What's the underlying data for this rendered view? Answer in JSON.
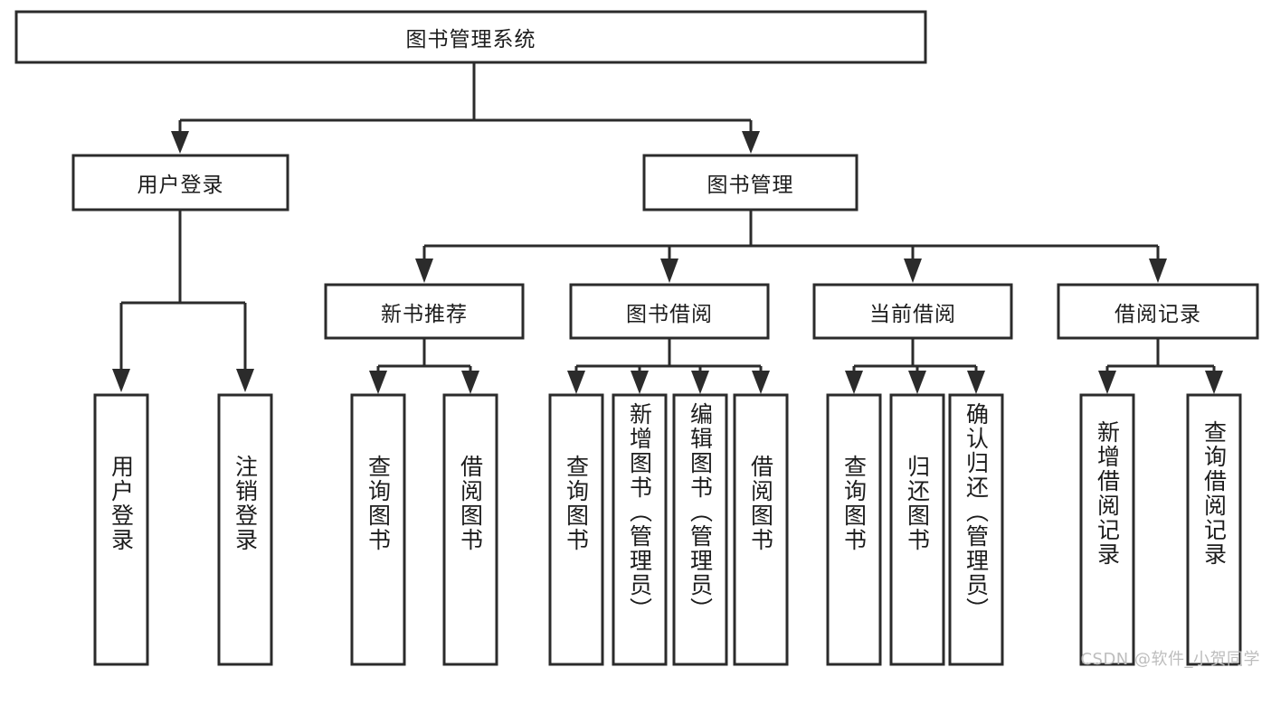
{
  "diagram": {
    "title": "图书管理系统",
    "type": "tree",
    "orientation": "top-down",
    "theme": {
      "background": "#ffffff",
      "box_fill": "#ffffff",
      "box_stroke": "#2b2b2b",
      "connector": "#2b2b2b",
      "text": "#1c1c1c",
      "watermark": "#bdbdbd"
    },
    "root": {
      "id": "root",
      "label": "图书管理系统",
      "text_direction": "horizontal"
    },
    "level2": [
      {
        "id": "user-login",
        "label": "用户登录",
        "text_direction": "horizontal"
      },
      {
        "id": "book-manage",
        "label": "图书管理",
        "text_direction": "horizontal"
      }
    ],
    "level3": [
      {
        "id": "new-book-recommend",
        "label": "新书推荐",
        "text_direction": "horizontal",
        "parent": "book-manage"
      },
      {
        "id": "book-borrow",
        "label": "图书借阅",
        "text_direction": "horizontal",
        "parent": "book-manage"
      },
      {
        "id": "current-borrow",
        "label": "当前借阅",
        "text_direction": "horizontal",
        "parent": "book-manage"
      },
      {
        "id": "borrow-record",
        "label": "借阅记录",
        "text_direction": "horizontal",
        "parent": "book-manage"
      }
    ],
    "leaves": [
      {
        "id": "leaf-user-login",
        "label": "用户登录",
        "text_direction": "vertical",
        "parent": "user-login"
      },
      {
        "id": "leaf-user-logout",
        "label": "注销登录",
        "text_direction": "vertical",
        "parent": "user-login"
      },
      {
        "id": "leaf-query-book-1",
        "label": "查询图书",
        "text_direction": "vertical",
        "parent": "new-book-recommend"
      },
      {
        "id": "leaf-borrow-book-1",
        "label": "借阅图书",
        "text_direction": "vertical",
        "parent": "new-book-recommend"
      },
      {
        "id": "leaf-query-book-2",
        "label": "查询图书",
        "text_direction": "vertical",
        "parent": "book-borrow"
      },
      {
        "id": "leaf-add-book",
        "label": "新增图书（管理员）",
        "text_direction": "vertical",
        "parent": "book-borrow"
      },
      {
        "id": "leaf-edit-book",
        "label": "编辑图书（管理员）",
        "text_direction": "vertical",
        "parent": "book-borrow"
      },
      {
        "id": "leaf-borrow-book-2",
        "label": "借阅图书",
        "text_direction": "vertical",
        "parent": "book-borrow"
      },
      {
        "id": "leaf-query-book-3",
        "label": "查询图书",
        "text_direction": "vertical",
        "parent": "current-borrow"
      },
      {
        "id": "leaf-return-book",
        "label": "归还图书",
        "text_direction": "vertical",
        "parent": "current-borrow"
      },
      {
        "id": "leaf-confirm-return",
        "label": "确认归还（管理员）",
        "text_direction": "vertical",
        "parent": "current-borrow"
      },
      {
        "id": "leaf-add-record",
        "label": "新增借阅记录",
        "text_direction": "vertical",
        "parent": "borrow-record"
      },
      {
        "id": "leaf-query-record",
        "label": "查询借阅记录",
        "text_direction": "vertical",
        "parent": "borrow-record"
      }
    ],
    "watermark": "CSDN @软件_小贺同学"
  }
}
